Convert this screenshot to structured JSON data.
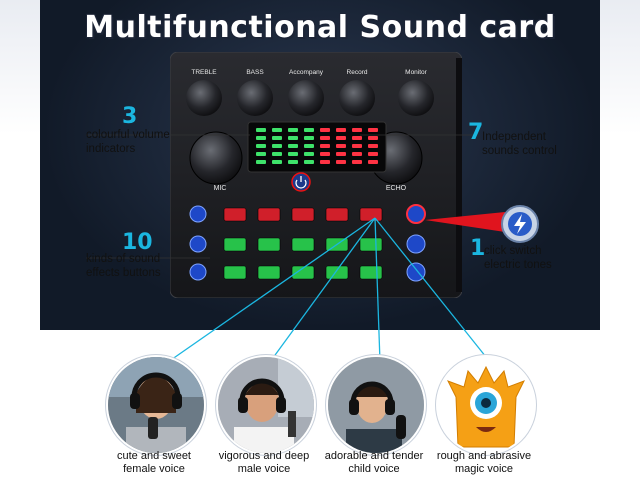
{
  "title": "Multifunctional Sound card",
  "knob_labels": [
    "TREBLE",
    "BASS",
    "Accompany",
    "Record",
    "Monitor"
  ],
  "mic_label": "MIC",
  "echo_label": "ECHO",
  "callouts": {
    "volume": {
      "number": "3",
      "line1": "colourful volume",
      "line2": "indicators"
    },
    "sounds": {
      "number": "7",
      "line1": "Independent",
      "line2": "sounds control"
    },
    "effects": {
      "number": "10",
      "line1": "kinds of sound",
      "line2": "effects buttons"
    },
    "tones": {
      "number": "1",
      "line1": "click switch",
      "line2": "electric tones"
    }
  },
  "voices": [
    {
      "line1": "cute and sweet",
      "line2": "female voice"
    },
    {
      "line1": "vigorous and deep",
      "line2": "male voice"
    },
    {
      "line1": "adorable and tender",
      "line2": "child voice"
    },
    {
      "line1": "rough and abrasive",
      "line2": "magic voice"
    }
  ],
  "colors": {
    "accent_cyan": "#1bb6e0",
    "button_red": "#d01f2a",
    "button_green": "#27c24a",
    "button_blue": "#1e48c8",
    "device_body": "#1b1c20"
  }
}
